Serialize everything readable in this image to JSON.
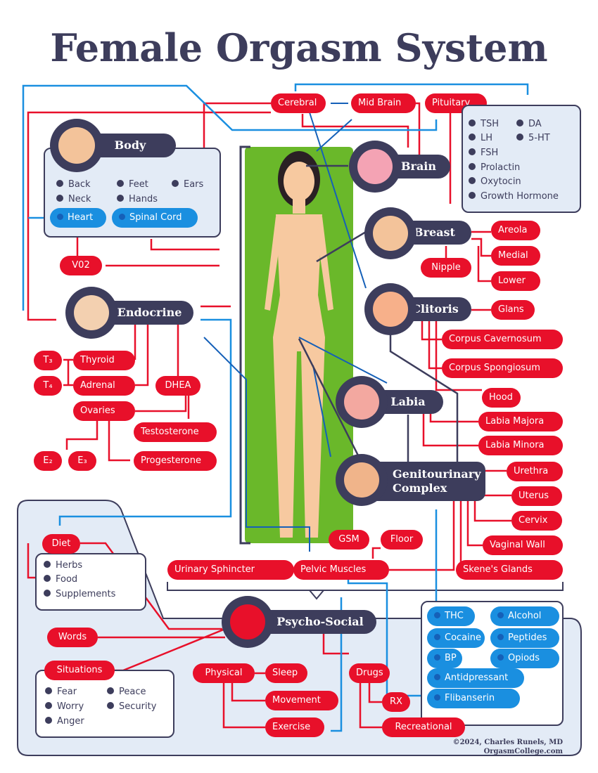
{
  "title": "Female Orgasm System",
  "colors": {
    "red": "#e8102a",
    "navy": "#3d3d5c",
    "blue": "#1a8fe0",
    "panel": "#e3ebf6",
    "green": "#6ab82a"
  },
  "brain": {
    "hub": "Brain",
    "cerebral": "Cerebral",
    "midbrain": "Mid Brain",
    "pituitary": "Pituitary",
    "pituitary_items": [
      "TSH",
      "DA",
      "LH",
      "5-HT",
      "FSH",
      "Prolactin",
      "Oxytocin",
      "Growth Hormone"
    ]
  },
  "body": {
    "hub": "Body",
    "items": [
      "Back",
      "Feet",
      "Ears",
      "Neck",
      "Hands"
    ],
    "heart": "Heart",
    "spinal": "Spinal Cord",
    "v02": "V02"
  },
  "endocrine": {
    "hub": "Endocrine",
    "thyroid": "Thyroid",
    "adrenal": "Adrenal",
    "ovaries": "Ovaries",
    "dhea": "DHEA",
    "testosterone": "Testosterone",
    "progesterone": "Progesterone",
    "t3": "T₃",
    "t4": "T₄",
    "e2": "E₂",
    "e3": "E₃"
  },
  "breast": {
    "hub": "Breast",
    "areola": "Areola",
    "medial": "Medial",
    "lower": "Lower",
    "nipple": "Nipple"
  },
  "clitoris": {
    "hub": "Clitoris",
    "glans": "Glans",
    "cavernosum": "Corpus Cavernosum",
    "spongiosum": "Corpus Spongiosum",
    "hood": "Hood"
  },
  "labia": {
    "hub": "Labia",
    "majora": "Labia Majora",
    "minora": "Labia Minora"
  },
  "gu": {
    "hub_line1": "Genitourinary",
    "hub_line2": "Complex",
    "urethra": "Urethra",
    "uterus": "Uterus",
    "cervix": "Cervix",
    "vaginal": "Vaginal Wall",
    "skene": "Skene's Glands",
    "gsm": "GSM",
    "floor": "Floor",
    "sphincter": "Urinary Sphincter",
    "pelvic": "Pelvic Muscles"
  },
  "psycho": {
    "hub": "Psycho-Social",
    "diet": "Diet",
    "diet_items": [
      "Herbs",
      "Food",
      "Supplements"
    ],
    "words": "Words",
    "situations": "Situations",
    "situation_items": [
      "Fear",
      "Peace",
      "Worry",
      "Security",
      "Anger"
    ],
    "physical": "Physical",
    "sleep": "Sleep",
    "movement": "Movement",
    "exercise": "Exercise",
    "drugs": "Drugs",
    "rx": "RX",
    "recreational": "Recreational",
    "drug_items": [
      "THC",
      "Alcohol",
      "Cocaine",
      "Peptides",
      "BP",
      "Opiods",
      "Antidpressant",
      "Flibanserin"
    ]
  },
  "credit": {
    "line1": "©2024, Charles Runels, MD",
    "line2": "OrgasmCollege.com"
  }
}
